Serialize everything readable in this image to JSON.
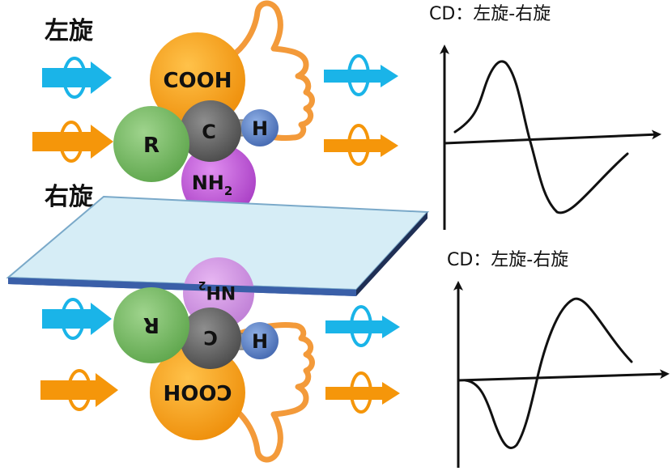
{
  "labels": {
    "top_label": "左旋",
    "bottom_label": "右旋"
  },
  "molecule_top": {
    "cooh": "COOH",
    "r": "R",
    "c": "C",
    "h": "H",
    "nh": "NH",
    "nh_sub": "2"
  },
  "molecule_bottom": {
    "cooh": "COOH",
    "r": "R",
    "c": "C",
    "h": "H",
    "nh": "NH",
    "nh_sub": "2"
  },
  "cd_top": {
    "title": "CD：左旋-右旋"
  },
  "cd_bottom": {
    "title": "CD：左旋-右旋"
  },
  "colors": {
    "blue_arrow": "#1ab4e8",
    "orange_arrow": "#f5960a",
    "cooh": "#f6a51c",
    "r_group": "#7dbd6a",
    "carbon": "#6d6d6d",
    "hydrogen": "#5f86c8",
    "amine": "#c162d8",
    "hand": "#f39a3a",
    "mirror": "#cfe9f4"
  }
}
